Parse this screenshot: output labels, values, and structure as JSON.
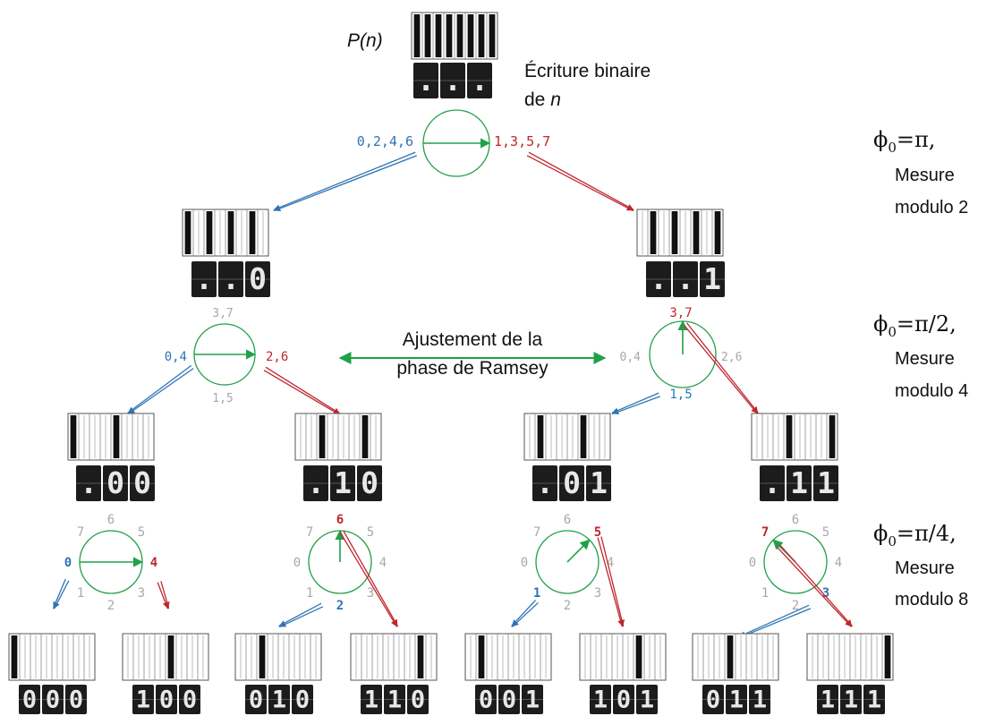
{
  "title_label": "P(n)",
  "binary_caption_line1": "Écriture binaire",
  "binary_caption_line2_prefix": "de ",
  "binary_caption_line2_italic": "n",
  "center_label_line1": "Ajustement de la",
  "center_label_line2": "phase de Ramsey",
  "colors": {
    "blue": "#2e74b5",
    "red": "#c0262e",
    "green": "#21a04a",
    "gray": "#a8a8a8",
    "display": "#1c1c1c"
  },
  "stages": [
    {
      "phi": "ϕ0=π,",
      "line2": "Mesure",
      "line3": "modulo 2"
    },
    {
      "phi": "ϕ0=π/2,",
      "line2": "Mesure",
      "line3": "modulo 4"
    },
    {
      "phi": "ϕ0=π/4,",
      "line2": "Mesure",
      "line3": "modulo 8"
    }
  ],
  "root": {
    "display": [
      ".",
      ".",
      "."
    ],
    "bars": [
      1,
      1,
      1,
      1,
      1,
      1,
      1,
      1
    ]
  },
  "level1": [
    {
      "display": [
        ".",
        ".",
        "0"
      ],
      "bars": [
        1,
        0,
        1,
        0,
        1,
        0,
        1,
        0
      ]
    },
    {
      "display": [
        ".",
        ".",
        "1"
      ],
      "bars": [
        0,
        1,
        0,
        1,
        0,
        1,
        0,
        1
      ]
    }
  ],
  "level2": [
    {
      "display": [
        ".",
        "0",
        "0"
      ],
      "bars": [
        1,
        0,
        0,
        0,
        1,
        0,
        0,
        0
      ]
    },
    {
      "display": [
        ".",
        "1",
        "0"
      ],
      "bars": [
        0,
        0,
        1,
        0,
        0,
        0,
        1,
        0
      ]
    },
    {
      "display": [
        ".",
        "0",
        "1"
      ],
      "bars": [
        0,
        1,
        0,
        0,
        0,
        1,
        0,
        0
      ]
    },
    {
      "display": [
        ".",
        "1",
        "1"
      ],
      "bars": [
        0,
        0,
        0,
        1,
        0,
        0,
        0,
        1
      ]
    }
  ],
  "level3": [
    {
      "display": [
        "0",
        "0",
        "0"
      ],
      "bars": [
        1,
        0,
        0,
        0,
        0,
        0,
        0,
        0
      ]
    },
    {
      "display": [
        "1",
        "0",
        "0"
      ],
      "bars": [
        0,
        0,
        0,
        0,
        1,
        0,
        0,
        0
      ]
    },
    {
      "display": [
        "0",
        "1",
        "0"
      ],
      "bars": [
        0,
        0,
        1,
        0,
        0,
        0,
        0,
        0
      ]
    },
    {
      "display": [
        "1",
        "1",
        "0"
      ],
      "bars": [
        0,
        0,
        0,
        0,
        0,
        0,
        1,
        0
      ]
    },
    {
      "display": [
        "0",
        "0",
        "1"
      ],
      "bars": [
        0,
        1,
        0,
        0,
        0,
        0,
        0,
        0
      ]
    },
    {
      "display": [
        "1",
        "0",
        "1"
      ],
      "bars": [
        0,
        0,
        0,
        0,
        0,
        1,
        0,
        0
      ]
    },
    {
      "display": [
        "0",
        "1",
        "1"
      ],
      "bars": [
        0,
        0,
        0,
        1,
        0,
        0,
        0,
        0
      ]
    },
    {
      "display": [
        "1",
        "1",
        "1"
      ],
      "bars": [
        0,
        0,
        0,
        0,
        0,
        0,
        0,
        1
      ]
    }
  ],
  "circles": {
    "c0": {
      "left": "0,2,4,6",
      "right": "1,3,5,7"
    },
    "c1a": {
      "top": "3,7",
      "left": "0,4",
      "right": "2,6",
      "bottom": "1,5"
    },
    "c1b": {
      "top": "3,7",
      "left": "0,4",
      "right": "2,6",
      "bottom": "1,5"
    },
    "c2": [
      {
        "labels": [
          "0",
          "1",
          "2",
          "3",
          "4",
          "5",
          "6",
          "7"
        ]
      },
      {
        "labels": [
          "0",
          "1",
          "2",
          "3",
          "4",
          "5",
          "6",
          "7"
        ]
      },
      {
        "labels": [
          "0",
          "1",
          "2",
          "3",
          "4",
          "5",
          "6",
          "7"
        ]
      },
      {
        "labels": [
          "0",
          "1",
          "2",
          "3",
          "4",
          "5",
          "6",
          "7"
        ]
      }
    ]
  }
}
